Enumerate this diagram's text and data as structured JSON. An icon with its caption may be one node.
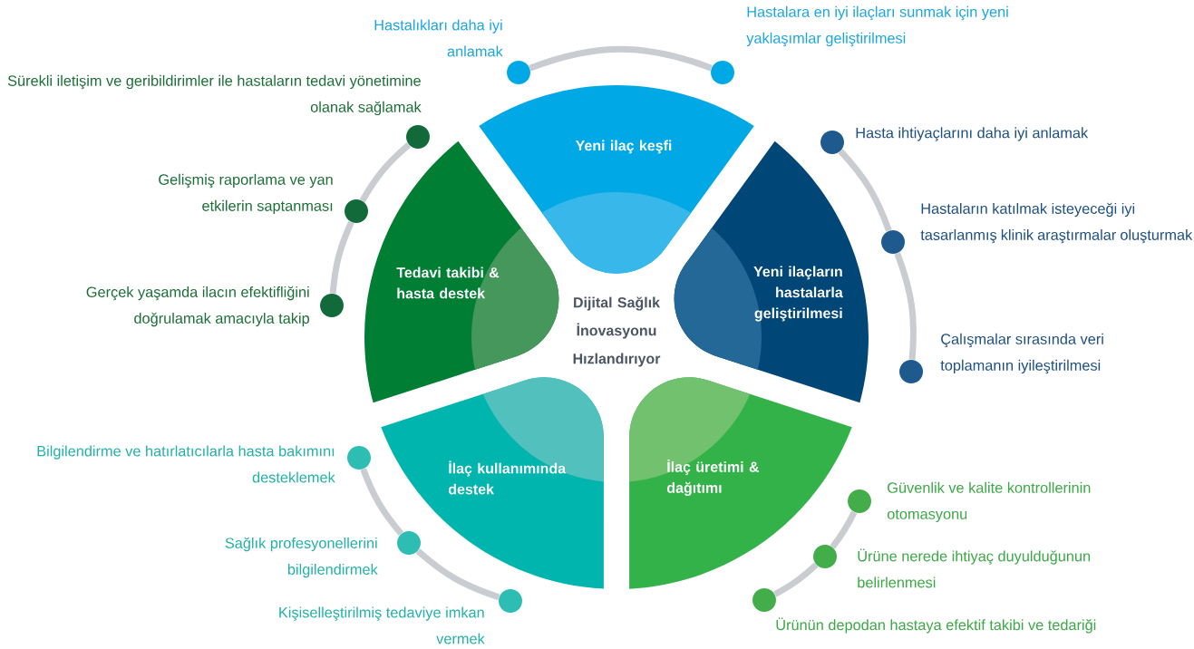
{
  "diagram": {
    "nodes": [
      {
        "text": [
          "Yeni ilaç keşfi"
        ]
      },
      {
        "text": [
          "Yeni ilaçların hastalarla geliştirilmesi"
        ]
      },
      {
        "text": [
          "İlaç üretimi & dağıtımı"
        ]
      },
      {
        "text": [
          "İlaç kullanımında destek"
        ]
      },
      {
        "text": [
          "Tedavi takibi & hasta destek"
        ]
      },
      {
        "text": [
          "Hastalıkları daha iyi anlamak"
        ]
      },
      {
        "text": [
          "Hastalara en iyi ilaçları sunmak için yeni yaklaşımlar geliştirilmesi"
        ]
      },
      {
        "text": [
          "Hasta ihtiyaçlarını daha iyi anlamak"
        ]
      },
      {
        "text": [
          "Hastaların katılmak isteyeceği iyi tasarlanmış klinik araştırmalar oluşturmak"
        ]
      },
      {
        "text": [
          "Çalışmalar sırasında veri toplamanın iyileştirilmesi"
        ]
      },
      {
        "text": [
          "Güvenlik ve kalite kontrollerinin otomasyonu"
        ]
      },
      {
        "text": [
          "Ürüne nerede ihtiyaç duyulduğunun belirlenmesi"
        ]
      },
      {
        "text": [
          "Ürünün depodan hastaya efektif takibi ve tedariği"
        ]
      },
      {
        "text": [
          "Bilgilendirme ve hatırlatıcılarla hasta bakımını desteklemek"
        ]
      },
      {
        "text": [
          "Sağlık profesyonellerini bilgilendirmek"
        ]
      },
      {
        "text": [
          "Kişiselleştirilmiş tedaviye imkan vermek"
        ]
      },
      {
        "text": [
          "Sürekli iletişim ve geribildirimler ile hastaların tedavi yönetimine olanak sağlamak"
        ]
      },
      {
        "text": [
          "Gelişmiş raporlama ve yan etkilerin saptanması"
        ]
      },
      {
        "text": [
          "Gerçek yaşamda ilacın efektifliğini doğrulamak amacıyla takip"
        ]
      }
    ],
    "edges": [
      {
        "from": 5,
        "to": 6,
        "arrow": "none"
      },
      {
        "from": 7,
        "to": 8,
        "arrow": "none"
      },
      {
        "from": 8,
        "to": 9,
        "arrow": "none"
      },
      {
        "from": 10,
        "to": 11,
        "arrow": "none"
      },
      {
        "from": 11,
        "to": 12,
        "arrow": "none"
      },
      {
        "from": 13,
        "to": 14,
        "arrow": "none"
      },
      {
        "from": 14,
        "to": 15,
        "arrow": "none"
      },
      {
        "from": 16,
        "to": 17,
        "arrow": "none"
      },
      {
        "from": 17,
        "to": 18,
        "arrow": "none"
      }
    ],
    "labels": [
      "Dijital Sağlık İnovasyonu Hızlandırıyor"
    ]
  }
}
